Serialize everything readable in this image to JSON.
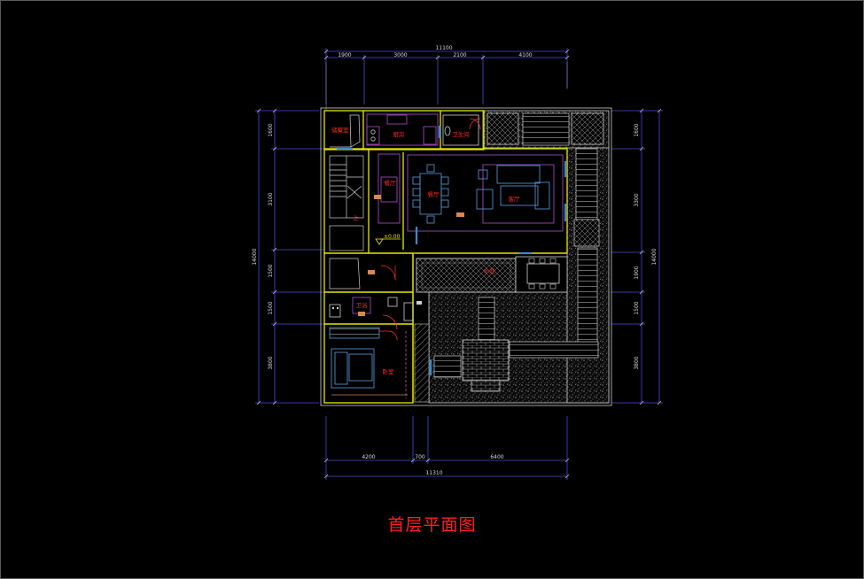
{
  "drawing": {
    "title": "首层平面图",
    "dimensions": {
      "top_total": "11100",
      "top_segments": [
        "1900",
        "3000",
        "2100",
        "4100"
      ],
      "bottom_segments": [
        "4200",
        "700",
        "6400"
      ],
      "bottom_total": "11310",
      "left_total": "14000",
      "right_total": "14000",
      "left_segments": [
        "1600",
        "3100",
        "1500",
        "1500",
        "3800"
      ],
      "right_segments": [
        "1600",
        "3300",
        "1900",
        "1500",
        "3800"
      ]
    },
    "rooms": {
      "entry_storage": "储藏室",
      "kitchen": "厨房",
      "toilet": "卫生间",
      "dining": "餐厅",
      "living": "客厅",
      "elevation": "±0.00",
      "pool": "水池",
      "bath": "卫浴",
      "bedroom": "卧室",
      "stair_up": "上"
    }
  }
}
